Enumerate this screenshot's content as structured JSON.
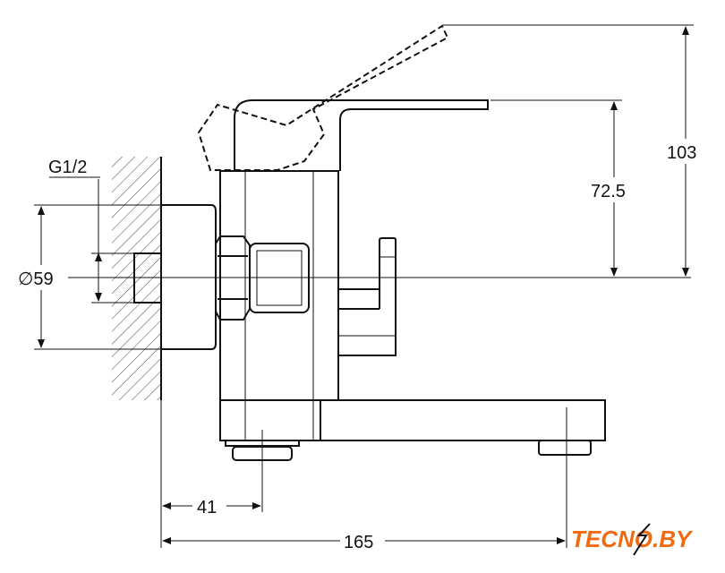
{
  "drawing": {
    "dimensions": {
      "height_total": "103",
      "height_spout": "72.5",
      "flange_diameter": "∅59",
      "thread": "G1/2",
      "wall_to_outlet": "41",
      "length": "165"
    }
  },
  "logo": {
    "text": "TECNO.BY",
    "color": "#f26a0f"
  }
}
